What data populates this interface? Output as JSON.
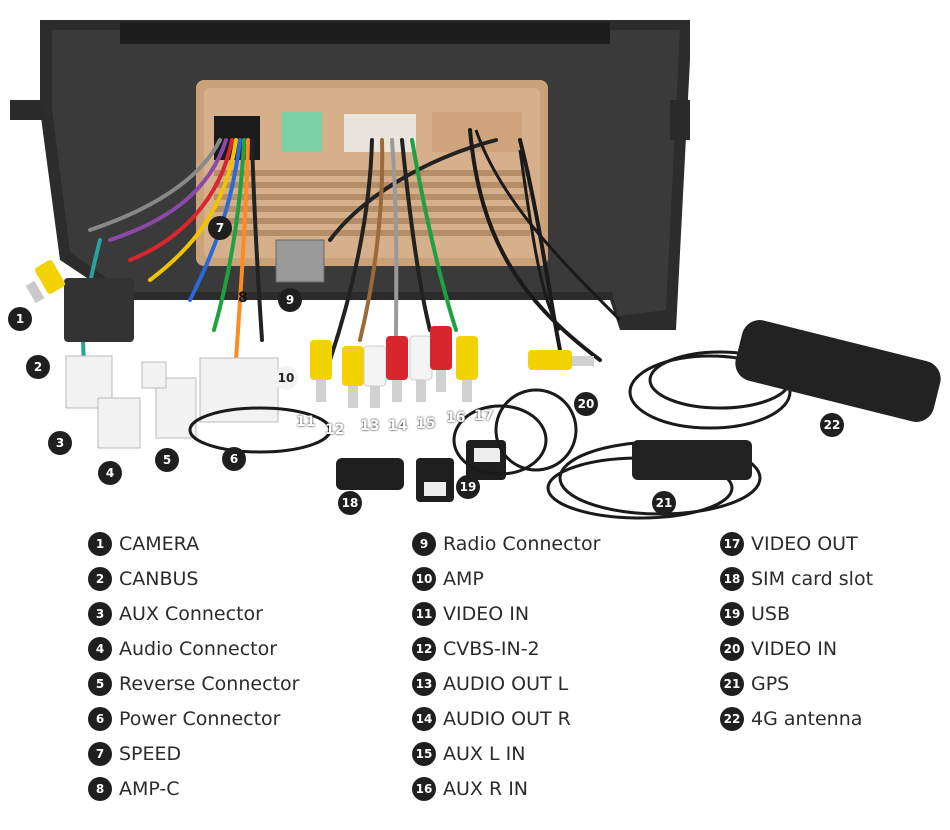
{
  "legend": {
    "items": [
      {
        "n": "1",
        "label": "CAMERA"
      },
      {
        "n": "2",
        "label": "CANBUS"
      },
      {
        "n": "3",
        "label": "AUX Connector"
      },
      {
        "n": "4",
        "label": "Audio Connector"
      },
      {
        "n": "5",
        "label": "Reverse Connector"
      },
      {
        "n": "6",
        "label": "Power Connector"
      },
      {
        "n": "7",
        "label": "SPEED"
      },
      {
        "n": "8",
        "label": "AMP-C"
      },
      {
        "n": "9",
        "label": "Radio Connector"
      },
      {
        "n": "10",
        "label": "AMP"
      },
      {
        "n": "11",
        "label": "VIDEO IN"
      },
      {
        "n": "12",
        "label": "CVBS-IN-2"
      },
      {
        "n": "13",
        "label": "AUDIO OUT L"
      },
      {
        "n": "14",
        "label": "AUDIO OUT R"
      },
      {
        "n": "15",
        "label": "AUX L IN"
      },
      {
        "n": "16",
        "label": "AUX R IN"
      },
      {
        "n": "17",
        "label": "VIDEO OUT"
      },
      {
        "n": "18",
        "label": "SIM card slot"
      },
      {
        "n": "19",
        "label": "USB"
      },
      {
        "n": "20",
        "label": "VIDEO IN"
      },
      {
        "n": "21",
        "label": "GPS"
      },
      {
        "n": "22",
        "label": "4G antenna"
      }
    ]
  },
  "callouts": {
    "c1": "1",
    "c2": "2",
    "c3": "3",
    "c4": "4",
    "c5": "5",
    "c6": "6",
    "c7": "7",
    "c8": "8",
    "c9": "9",
    "c10": "10",
    "c11": "11",
    "c12": "12",
    "c13": "13",
    "c14": "14",
    "c15": "15",
    "c16": "16",
    "c17": "17",
    "c18": "18",
    "c19": "19",
    "c20": "20",
    "c21": "21",
    "c22": "22"
  },
  "colors": {
    "badge": "#1f1f1f",
    "board": "#c9a27a",
    "frame": "#2a2a2a",
    "rca_yellow": "#f2d200",
    "rca_red": "#d8262c",
    "rca_white": "#f4f4f4"
  }
}
